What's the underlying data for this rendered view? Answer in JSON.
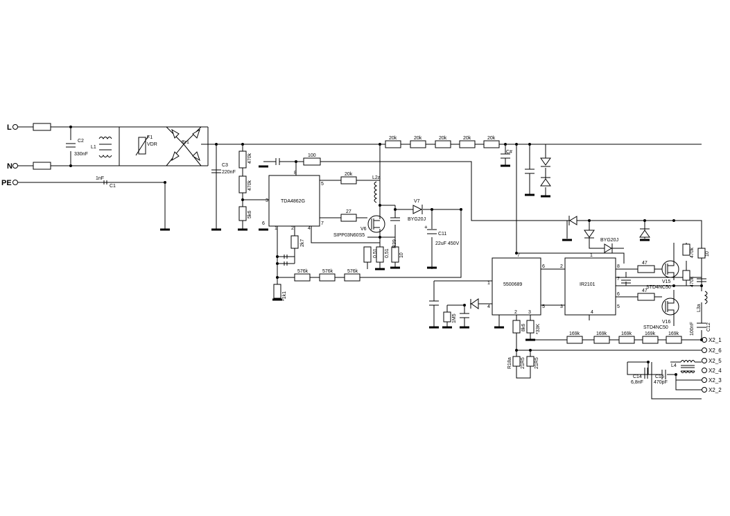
{
  "terminals": {
    "L": "L",
    "N": "N",
    "PE": "PE",
    "x2_1": "X2_1",
    "x2_6": "X2_6",
    "x2_5": "X2_5",
    "x2_4": "X2_4",
    "x2_3": "X2_3",
    "x2_2": "X2_2"
  },
  "components": {
    "c2": "C2",
    "c2_val": "330nF",
    "l1": "L1",
    "f1": "F1",
    "vdr": "VDR",
    "br1": "Br1",
    "c1_val": "1nF",
    "c1": "C1",
    "c3": "C3",
    "c3_val": "220nF",
    "r470k_a": "470k",
    "r470k_b": "470k",
    "r5k6": "5k6",
    "tda": "TDA4862G",
    "r100": "100",
    "r20k_l2": "20k",
    "l2a": "L2a",
    "r27": "27",
    "v6": "V6",
    "v6_part": "SIPP03N60S5",
    "v7": "V7",
    "byg_a": "BYG20J",
    "r051_a": "0,51",
    "r051_b": "0,51",
    "r39": "R39",
    "r10_a": "10",
    "c11": "C11",
    "c11_val": "22uF 450V",
    "r20k_1": "20k",
    "r20k_2": "20k",
    "r20k_3": "20k",
    "r20k_4": "20k",
    "r20k_5": "20k",
    "c_hash": "C#",
    "r2k7": "2k7",
    "r1k1": "*1k1",
    "r576k_1": "576k",
    "r576k_2": "576k",
    "r576k_3": "576k",
    "ic5500": "5500689",
    "ir2101": "IR2101",
    "byg_b": "BYG20J",
    "r47_a": "47",
    "r47_b": "47",
    "v15": "V15",
    "v15_part": "STD4NC50",
    "v16": "V16",
    "v16_part": "STD4NC50",
    "r470k_c": "470k",
    "r470k_d": "470k",
    "r10_b": "10",
    "l3a": "L3a",
    "c12": "C12",
    "c12_val": "100nF",
    "r1m": "1M5",
    "r8k6": "8k6",
    "r33k": "*33K",
    "r169k_1": "169k",
    "r169k_2": "169k",
    "r169k_3": "169k",
    "r169k_4": "169k",
    "r169k_5": "169k",
    "r18a": "R18a",
    "r21r5_a": "21R5",
    "r21r5_b": "21R5",
    "l4": "L4",
    "c14": "C14",
    "c14_val": "6,8nF",
    "c15": "C15",
    "c15_val": "470pF"
  },
  "pins": {
    "tda_8": "8",
    "tda_5": "5",
    "tda_3": "3",
    "tda_6": "6",
    "tda_1": "1",
    "tda_2": "2",
    "tda_4": "4",
    "tda_7": "7",
    "ic_7": "7",
    "ic_6": "6",
    "ic_5": "5",
    "ic_4": "4",
    "ic_1": "1",
    "ic_2": "2",
    "ic_3": "3",
    "ir_1": "1",
    "ir_8": "8",
    "ir_7": "7",
    "ir_6": "6",
    "ir_5": "5",
    "ir_2": "2",
    "ir_3": "3",
    "ir_4": "4"
  },
  "polarity": {
    "c11_plus": "+"
  }
}
